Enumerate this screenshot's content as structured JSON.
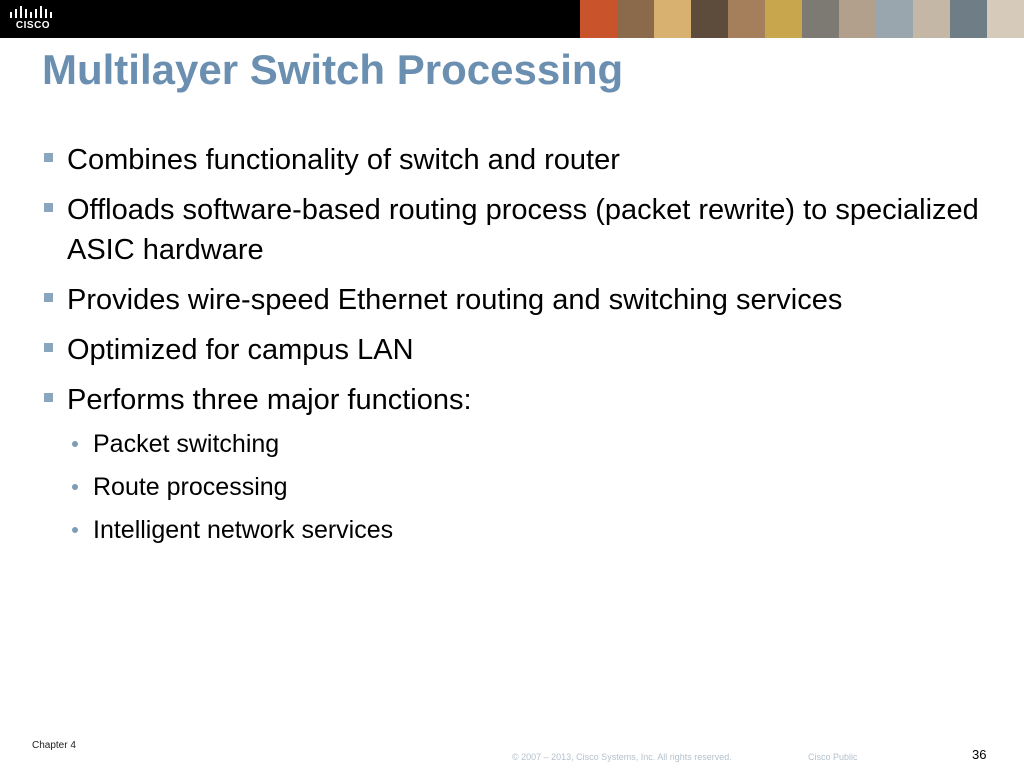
{
  "header": {
    "logo_text": "CISCO",
    "photo_tiles": [
      "#c9532a",
      "#8a6a4a",
      "#d8b070",
      "#5d4b3c",
      "#a57e5c",
      "#c8a64e",
      "#7c7a72",
      "#b3a08c",
      "#9aa6ad",
      "#c4b7a5",
      "#6f7d87",
      "#d6cbbb"
    ]
  },
  "slide": {
    "title": "Multilayer Switch Processing",
    "bullets": [
      "Combines functionality of switch and router",
      "Offloads software-based routing process (packet rewrite) to specialized ASIC hardware",
      "Provides wire-speed Ethernet routing and switching services",
      "Optimized for campus LAN",
      "Performs three major functions:"
    ],
    "sub_bullets": [
      "Packet switching",
      "Route processing",
      "Intelligent network services"
    ]
  },
  "footer": {
    "chapter": "Chapter 4",
    "copyright": "© 2007 – 2013, Cisco Systems, Inc. All rights reserved.",
    "classification": "Cisco Public",
    "page_number": "36"
  },
  "colors": {
    "title": "#6b8fb0",
    "bullet_marker": "#8aa6bf",
    "header_bg": "#000000"
  }
}
